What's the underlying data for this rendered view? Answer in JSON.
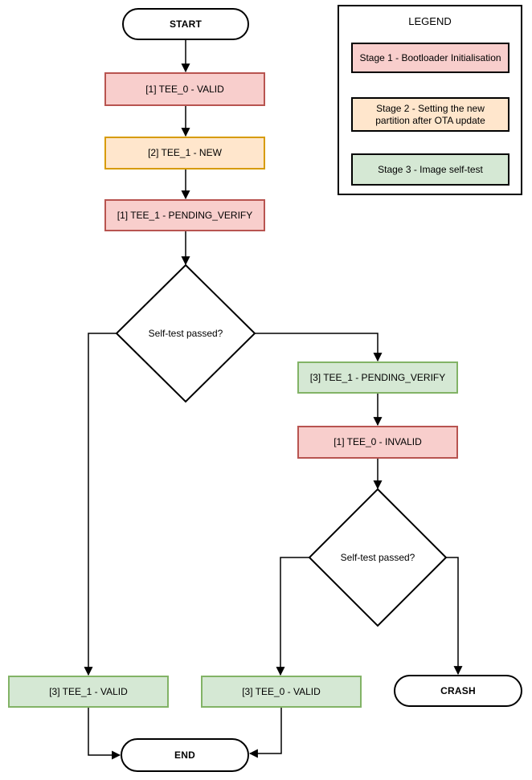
{
  "colors": {
    "stage1_fill": "#f8cecc",
    "stage1_border": "#b85450",
    "stage2_fill": "#ffe6cc",
    "stage2_border": "#d79b00",
    "stage3_fill": "#d5e8d4",
    "stage3_border": "#82b366",
    "terminal_fill": "#ffffff",
    "terminal_border": "#000000",
    "line": "#000000"
  },
  "nodes": {
    "start": {
      "label": "START"
    },
    "tee0_valid": {
      "label": "[1] TEE_0 - VALID"
    },
    "tee1_new": {
      "label": "[2] TEE_1 - NEW"
    },
    "tee1_pending_verify_s1": {
      "label": "[1] TEE_1 - PENDING_VERIFY"
    },
    "decision_self_test_1": {
      "label": "Self-test passed?"
    },
    "tee1_pending_verify_s3": {
      "label": "[3] TEE_1 - PENDING_VERIFY"
    },
    "tee0_invalid": {
      "label": "[1] TEE_0 - INVALID"
    },
    "decision_self_test_2": {
      "label": "Self-test passed?"
    },
    "tee1_valid_s3": {
      "label": "[3] TEE_1 - VALID"
    },
    "tee0_valid_s3": {
      "label": "[3] TEE_0 - VALID"
    },
    "crash": {
      "label": "CRASH"
    },
    "end": {
      "label": "END"
    }
  },
  "legend": {
    "title": "LEGEND",
    "items": [
      {
        "label": "Stage 1 - Bootloader Initialisation"
      },
      {
        "label": "Stage 2 - Setting the new partition after OTA update"
      },
      {
        "label": "Stage 3 - Image self-test"
      }
    ]
  }
}
